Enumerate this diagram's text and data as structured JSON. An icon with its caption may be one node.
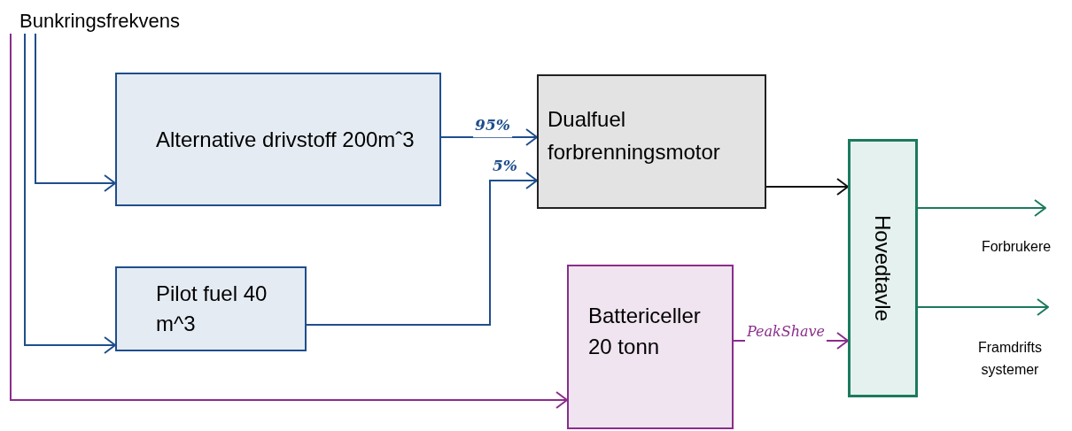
{
  "diagram": {
    "nodes": [
      {
        "text": [
          "Bunkringsfrekvens"
        ]
      },
      {
        "text": [
          "Alternative drivstoff 200mˆ3"
        ]
      },
      {
        "text": [
          "Pilot fuel 40 m^3"
        ]
      },
      {
        "text": [
          "Dualfuel forbrenningsmotor"
        ]
      },
      {
        "text": [
          "Battericeller 20 tonn"
        ]
      },
      {
        "text": [
          "Hovedtavle"
        ]
      }
    ],
    "edges": [
      {
        "from": 0,
        "to": 1,
        "arrow": "to"
      },
      {
        "from": 0,
        "to": 2,
        "arrow": "to"
      },
      {
        "from": 0,
        "to": 4,
        "arrow": "to",
        "color": "#8a2d8c"
      },
      {
        "from": 1,
        "to": 3,
        "arrow": "to",
        "label": "95%"
      },
      {
        "from": 2,
        "to": 3,
        "arrow": "to",
        "label": "5%"
      },
      {
        "from": 3,
        "to": 5,
        "arrow": "to",
        "color": "#111111"
      },
      {
        "from": 4,
        "to": 5,
        "arrow": "to",
        "label": "PeakShave",
        "color": "#8a2d8c"
      },
      {
        "from": 5,
        "to": null,
        "arrow": "to",
        "label": "Forbrukere",
        "color": "#1b7a5e"
      },
      {
        "from": 5,
        "to": null,
        "arrow": "to",
        "label": "Framdrifts systemer",
        "color": "#1b7a5e"
      }
    ]
  }
}
